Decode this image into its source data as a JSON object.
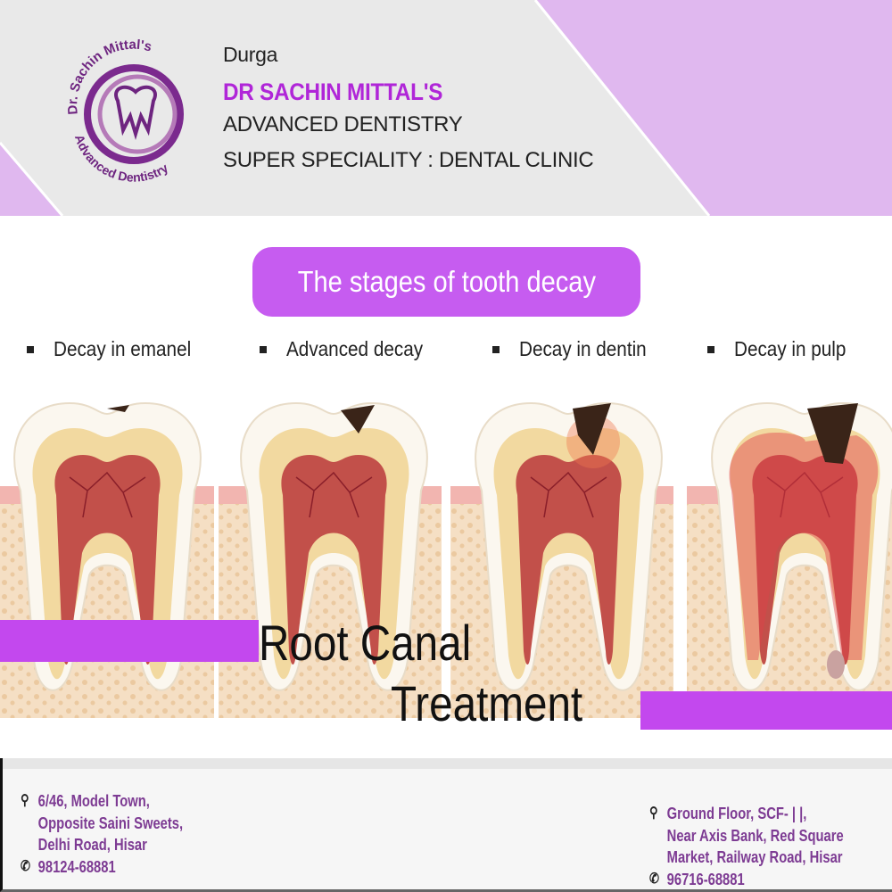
{
  "header": {
    "logo": {
      "top_text": "Dr. Sachin Mittal's",
      "bottom_text": "Advanced Dentistry"
    },
    "line1": "Durga",
    "line2": "DR SACHIN MITTAL'S",
    "line3": "ADVANCED DENTISTRY",
    "line4": "SUPER SPECIALITY : DENTAL CLINIC"
  },
  "title": "The stages of tooth decay",
  "stages": [
    "Decay in emanel",
    "Advanced decay",
    "Decay in dentin",
    "Decay in pulp"
  ],
  "headline": {
    "line1": "Root Canal",
    "line2": "Treatment"
  },
  "footer": {
    "left": {
      "address": [
        "6/46, Model Town,",
        "Opposite Saini Sweets,",
        "Delhi Road, Hisar"
      ],
      "phone": "98124-68881"
    },
    "right": {
      "address": [
        "Ground Floor, SCF- | |,",
        "Near Axis Bank, Red Square",
        "Market, Railway Road, Hisar"
      ],
      "phone": "96716-68881"
    },
    "icons": {
      "location": "map-pin-icon",
      "phone": "phone-icon"
    }
  },
  "colors": {
    "accent": "#c65cf0",
    "lavender": "#e0b8ef",
    "brand_text": "#b026d8",
    "footer_text": "#7d3b93"
  }
}
